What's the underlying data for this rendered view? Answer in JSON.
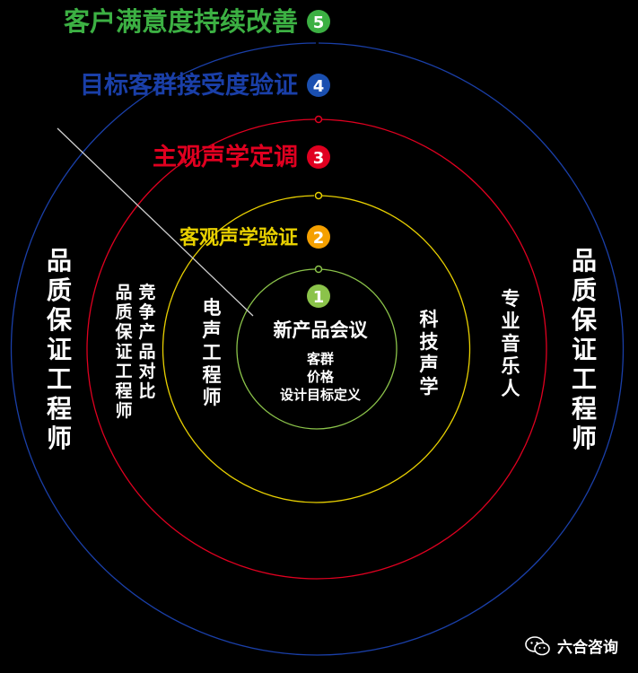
{
  "stages": [
    {
      "num": "1",
      "title": "",
      "color": "#8bc34a"
    },
    {
      "num": "2",
      "title": "客观声学验证",
      "color": "#e8d000",
      "badge_color": "#f5a000"
    },
    {
      "num": "3",
      "title": "主观声学定调",
      "color": "#e00020",
      "badge_color": "#e00020"
    },
    {
      "num": "4",
      "title": "目标客群接受度验证",
      "color": "#1a3fa8",
      "badge_color": "#1a4fb0"
    },
    {
      "num": "5",
      "title": "客户满意度持续改善",
      "color": "#3cb043",
      "badge_color": "#3cb043"
    }
  ],
  "center": {
    "title": "新产品会议",
    "lines": [
      "客群",
      "价格",
      "设计目标定义"
    ],
    "title_color": "#8bc34a"
  },
  "roles": {
    "ring2_left": "电声工程师",
    "ring2_right": "科技声学",
    "ring3_left_col1": "品质保证工程师",
    "ring3_left_col2": "竞争产品对比",
    "ring3_right": "专业音乐人",
    "ring4_left": "品质保证工程师",
    "ring4_right": "品质保证工程师"
  },
  "footer": {
    "brand": "六合咨询",
    "icon": "wechat-icon"
  }
}
